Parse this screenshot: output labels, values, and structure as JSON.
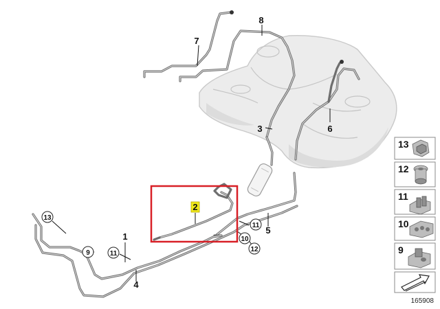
{
  "callouts": {
    "line_7": "7",
    "line_8": "8",
    "line_3": "3",
    "line_6": "6",
    "line_2": "2",
    "line_1": "1",
    "line_4": "4",
    "line_5": "5",
    "clip_13": "13",
    "clip_9": "9",
    "clip_11_left": "11",
    "clip_11_right": "11",
    "clip_10": "10",
    "clip_12": "12"
  },
  "parts_panel": [
    {
      "number": "13",
      "icon": "clip-13-icon"
    },
    {
      "number": "12",
      "icon": "grommet-12-icon"
    },
    {
      "number": "11",
      "icon": "clip-11-icon"
    },
    {
      "number": "10",
      "icon": "clip-10-icon"
    },
    {
      "number": "9",
      "icon": "clip-9-icon"
    },
    {
      "number": "",
      "icon": "assembly-arrow-icon"
    }
  ],
  "diagram_id": "165908",
  "colors": {
    "highlight_box": "#d81f26",
    "highlight_label_bg": "#f2ea1a"
  }
}
